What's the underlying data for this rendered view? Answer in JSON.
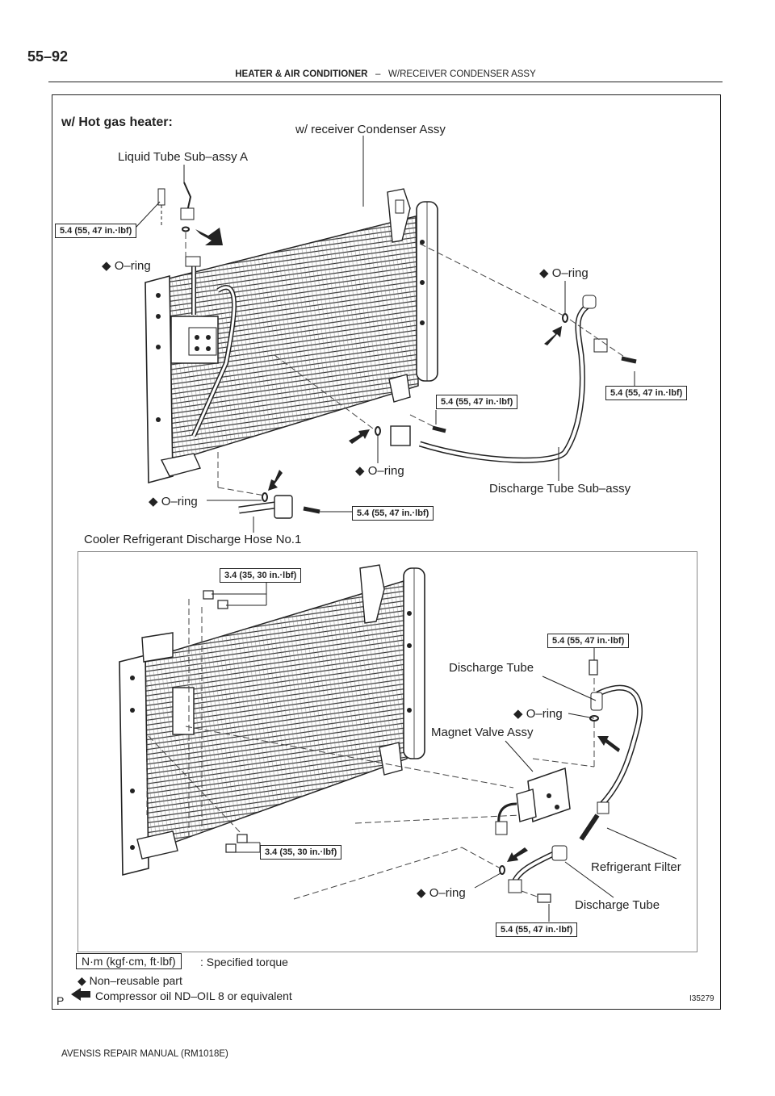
{
  "page": {
    "number": "55–92",
    "header_section": "HEATER & AIR CONDITIONER",
    "header_separator": "–",
    "header_topic": "W/RECEIVER CONDENSER ASSY",
    "footer": "AVENSIS REPAIR MANUAL   (RM1018E)",
    "figure_id": "I35279",
    "corner_mark": "P"
  },
  "upper": {
    "title": "w/ Hot gas heater:",
    "labels": {
      "condenser": "w/ receiver Condenser Assy",
      "liquid_tube": "Liquid Tube Sub–assy A",
      "oring_left_top": "◆ O–ring",
      "oring_right_top": "◆ O–ring",
      "oring_center": "◆ O–ring",
      "oring_left_bottom": "◆ O–ring",
      "discharge_tube_sub": "Discharge Tube Sub–assy",
      "cooler_hose": "Cooler Refrigerant Discharge Hose No.1"
    },
    "torques": {
      "top_left": "5.4 (55, 47 in.·lbf)",
      "center": "5.4 (55, 47 in.·lbf)",
      "right": "5.4 (55, 47 in.·lbf)",
      "bottom": "5.4 (55, 47 in.·lbf)"
    }
  },
  "lower": {
    "labels": {
      "discharge_tube_top": "Discharge Tube",
      "oring_right": "◆ O–ring",
      "magnet_valve": "Magnet Valve Assy",
      "refrigerant_filter": "Refrigerant Filter",
      "oring_bottom": "◆ O–ring",
      "discharge_tube_bottom": "Discharge Tube"
    },
    "torques": {
      "top_bolts": "3.4 (35, 30 in.·lbf)",
      "right_top": "5.4 (55, 47 in.·lbf)",
      "bottom_bolts": "3.4 (35, 30 in.·lbf)",
      "bottom_right": "5.4 (55, 47 in.·lbf)"
    }
  },
  "legend": {
    "unit_box": "N·m (kgf·cm, ft·lbf)",
    "unit_desc": ": Specified torque",
    "non_reusable": "◆ Non–reusable part",
    "oil": "Compressor oil ND–OIL 8 or equivalent"
  }
}
